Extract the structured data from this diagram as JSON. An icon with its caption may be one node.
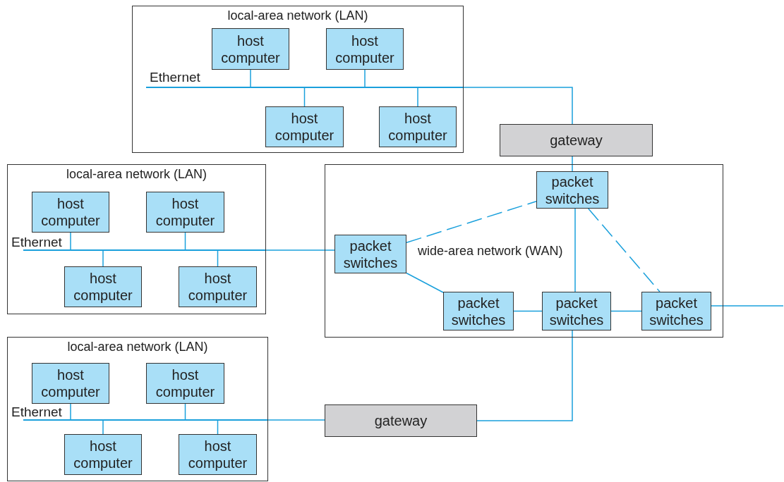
{
  "diagram": {
    "nodes": [
      {
        "text": [
          "local-area network (LAN)"
        ]
      },
      {
        "text": [
          "host computer"
        ],
        "in": 0
      },
      {
        "text": [
          "host computer"
        ],
        "in": 0
      },
      {
        "text": [],
        "shape": "bar",
        "in": 0
      },
      {
        "text": [
          "host computer"
        ],
        "in": 0
      },
      {
        "text": [
          "host computer"
        ],
        "in": 0
      },
      {
        "text": [
          "gateway"
        ]
      },
      {
        "text": [
          "local-area network (LAN)"
        ]
      },
      {
        "text": [
          "host computer"
        ],
        "in": 7
      },
      {
        "text": [
          "host computer"
        ],
        "in": 7
      },
      {
        "text": [],
        "shape": "bar",
        "in": 7
      },
      {
        "text": [
          "host computer"
        ],
        "in": 7
      },
      {
        "text": [
          "host computer"
        ],
        "in": 7
      },
      {
        "text": [
          "wide-area network (WAN)"
        ]
      },
      {
        "text": [
          "packet switches"
        ],
        "in": 13
      },
      {
        "text": [
          "packet switches"
        ],
        "in": 13
      },
      {
        "text": [
          "packet switches"
        ],
        "in": 13
      },
      {
        "text": [
          "packet switches"
        ],
        "in": 13
      },
      {
        "text": [
          "packet switches"
        ],
        "in": 13
      },
      {
        "text": [
          "local-area network (LAN)"
        ]
      },
      {
        "text": [
          "host computer"
        ],
        "in": 19
      },
      {
        "text": [
          "host computer"
        ],
        "in": 19
      },
      {
        "text": [],
        "shape": "bar",
        "in": 19
      },
      {
        "text": [
          "host computer"
        ],
        "in": 19
      },
      {
        "text": [
          "host computer"
        ],
        "in": 19
      },
      {
        "text": [
          "gateway"
        ]
      }
    ],
    "edges": [
      {
        "from": 1,
        "to": 3,
        "arrow": "none"
      },
      {
        "from": 2,
        "to": 3,
        "arrow": "none"
      },
      {
        "from": 4,
        "to": 3,
        "arrow": "none"
      },
      {
        "from": 5,
        "to": 3,
        "arrow": "none"
      },
      {
        "from": 3,
        "to": 6,
        "arrow": "none"
      },
      {
        "from": 6,
        "to": 14,
        "arrow": "none"
      },
      {
        "from": 8,
        "to": 10,
        "arrow": "none"
      },
      {
        "from": 9,
        "to": 10,
        "arrow": "none"
      },
      {
        "from": 11,
        "to": 10,
        "arrow": "none"
      },
      {
        "from": 12,
        "to": 10,
        "arrow": "none"
      },
      {
        "from": 10,
        "to": 15,
        "arrow": "none"
      },
      {
        "from": 15,
        "to": 14,
        "arrow": "none",
        "style": "dashed"
      },
      {
        "from": 14,
        "to": 18,
        "arrow": "none",
        "style": "dashed"
      },
      {
        "from": 14,
        "to": 17,
        "arrow": "none"
      },
      {
        "from": 15,
        "to": 16,
        "arrow": "none"
      },
      {
        "from": 16,
        "to": 17,
        "arrow": "none"
      },
      {
        "from": 17,
        "to": 18,
        "arrow": "none"
      },
      {
        "from": 18,
        "to": null,
        "arrow": "none"
      },
      {
        "from": 17,
        "to": 25,
        "arrow": "none"
      },
      {
        "from": 20,
        "to": 22,
        "arrow": "none"
      },
      {
        "from": 21,
        "to": 22,
        "arrow": "none"
      },
      {
        "from": 23,
        "to": 22,
        "arrow": "none"
      },
      {
        "from": 24,
        "to": 22,
        "arrow": "none"
      },
      {
        "from": 22,
        "to": 25,
        "arrow": "none"
      }
    ],
    "labels": [
      "Ethernet",
      "Ethernet",
      "Ethernet"
    ]
  }
}
